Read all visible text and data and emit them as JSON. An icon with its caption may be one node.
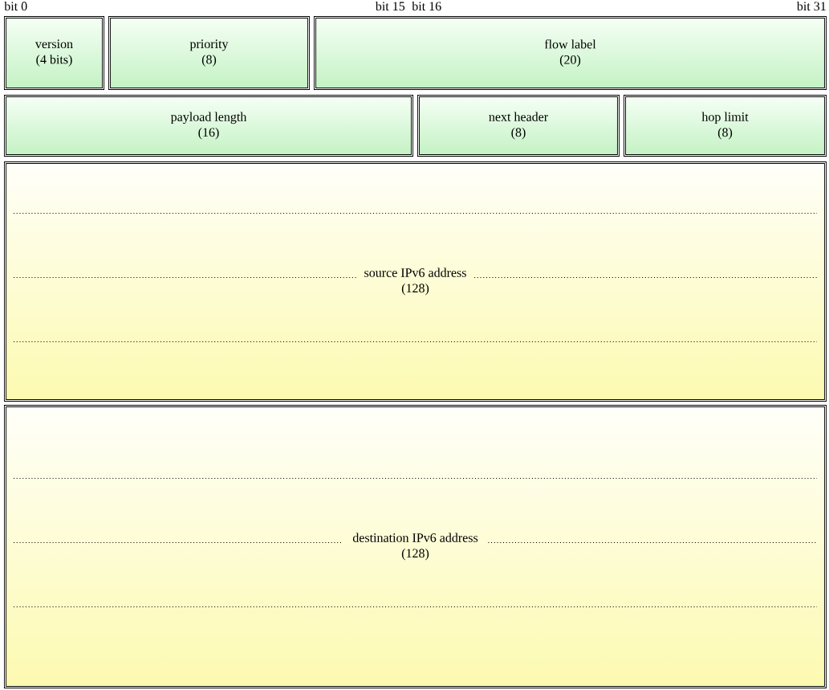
{
  "diagram": {
    "nodes": [
      {
        "text": [
          "version",
          "(4 bits)"
        ]
      },
      {
        "text": [
          "priority",
          "(8)"
        ]
      },
      {
        "text": [
          "flow label",
          "(20)"
        ]
      },
      {
        "text": [
          "payload length",
          "(16)"
        ]
      },
      {
        "text": [
          "next header",
          "(8)"
        ]
      },
      {
        "text": [
          "hop limit",
          "(8)"
        ]
      },
      {
        "text": [
          "source IPv6 address",
          "(128)"
        ]
      },
      {
        "text": [
          "destination IPv6 address",
          "(128)"
        ]
      }
    ],
    "labels": [
      "bit 0",
      "bit 15",
      "bit 16",
      "bit 31"
    ]
  }
}
